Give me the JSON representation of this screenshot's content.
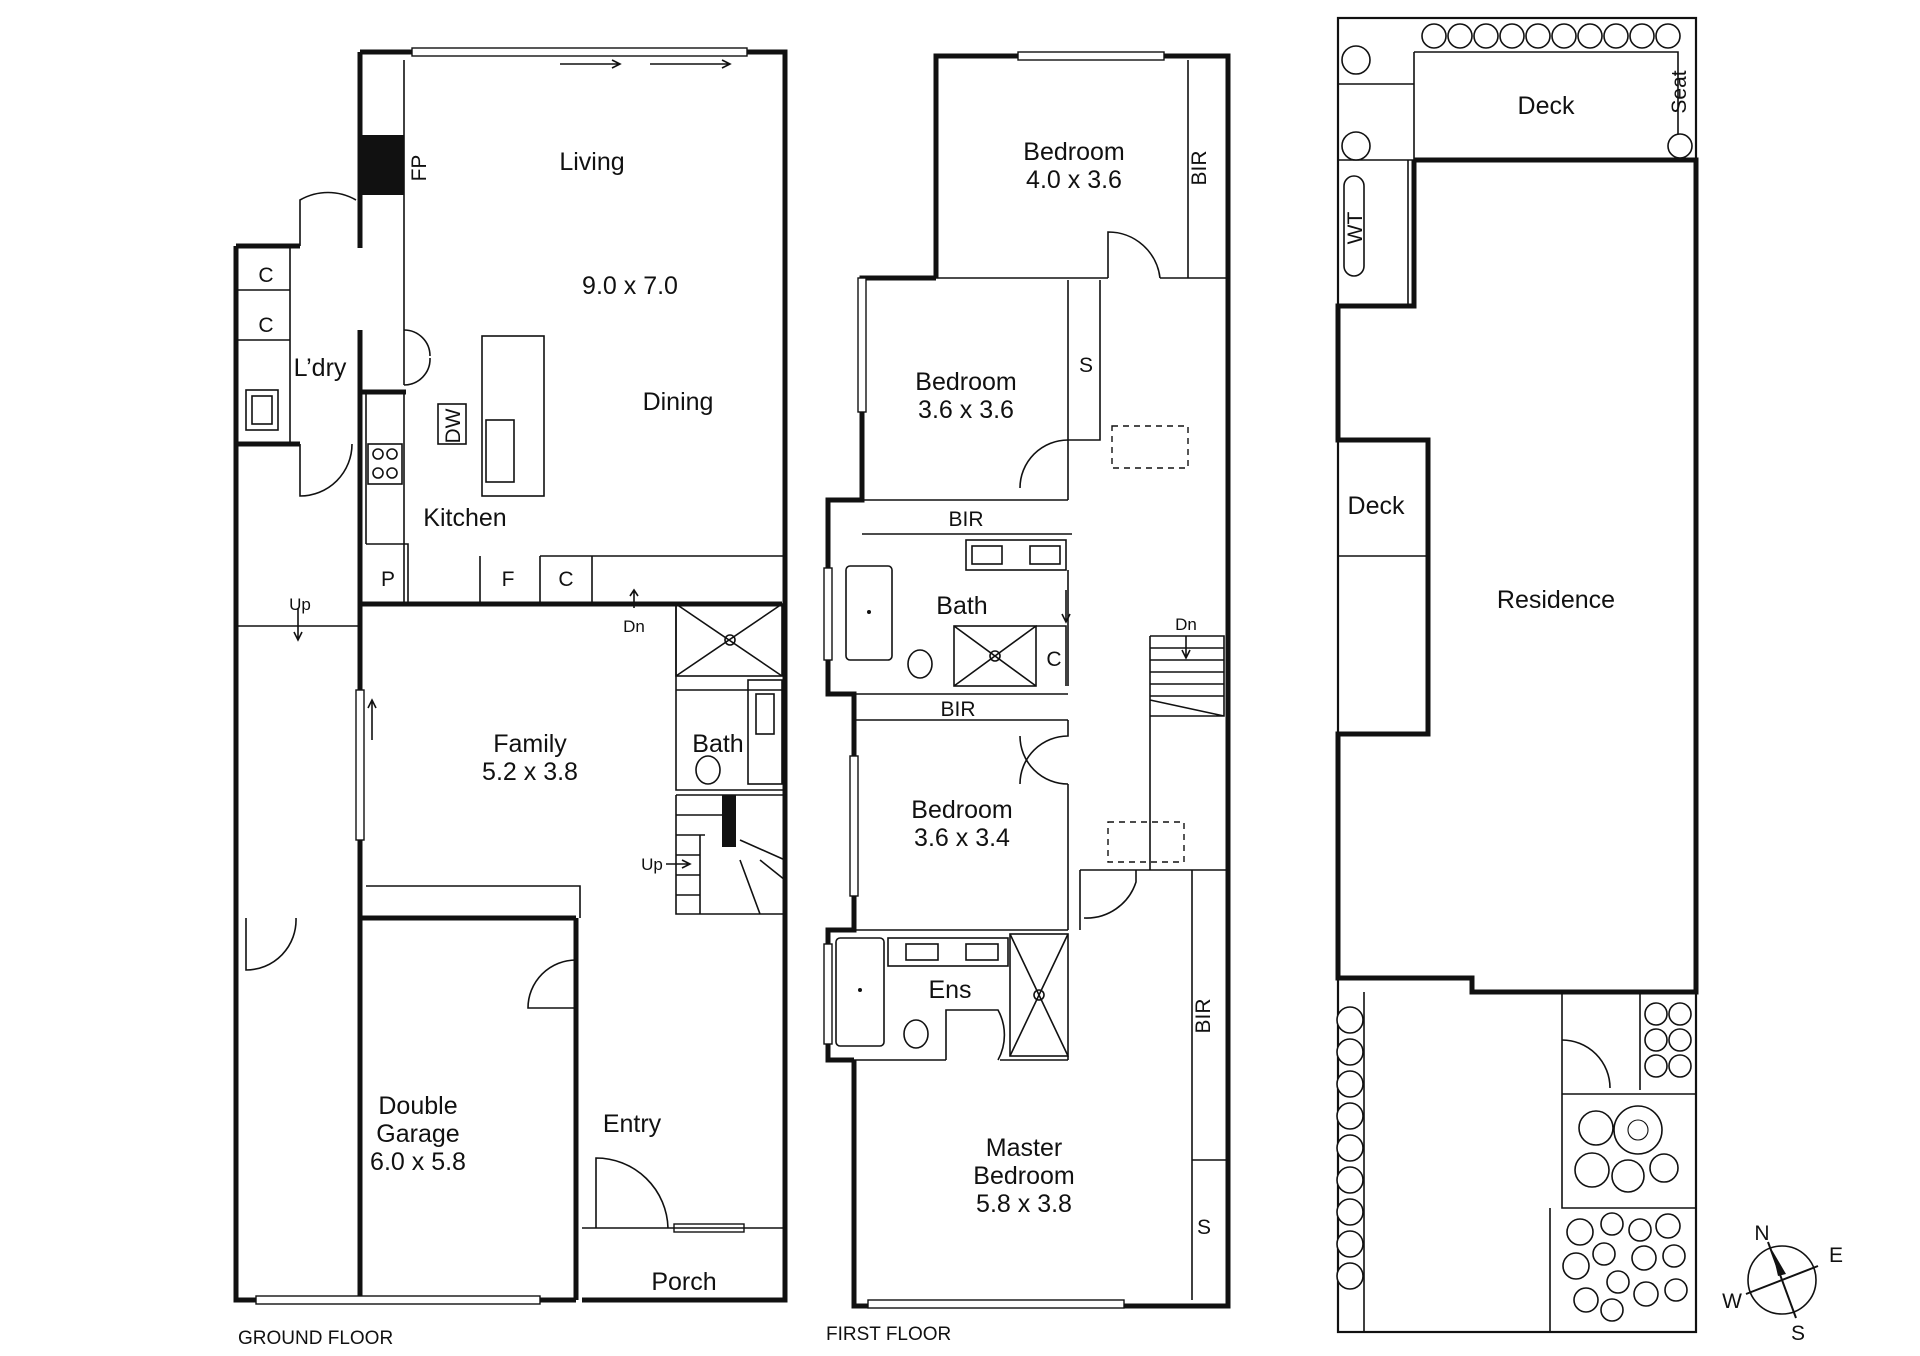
{
  "plans": {
    "ground_floor": {
      "caption": "GROUND FLOOR",
      "rooms": {
        "living": {
          "name": "Living",
          "dims": "9.0 x 7.0"
        },
        "dining": {
          "name": "Dining"
        },
        "kitchen": {
          "name": "Kitchen"
        },
        "laundry": {
          "name": "L’dry"
        },
        "family": {
          "name": "Family",
          "dims": "5.2 x 3.8"
        },
        "bath": {
          "name": "Bath"
        },
        "garage": {
          "name_line1": "Double",
          "name_line2": "Garage",
          "dims": "6.0 x 5.8"
        },
        "entry": {
          "name": "Entry"
        },
        "porch": {
          "name": "Porch"
        }
      },
      "fixtures": {
        "fireplace": "FP",
        "dishwasher": "DW",
        "cupboard_1": "C",
        "cupboard_2": "C",
        "pantry": "P",
        "fridge": "F",
        "cupboard_3": "C"
      },
      "stairs": {
        "up_side": "Up",
        "dn": "Dn",
        "up": "Up"
      }
    },
    "first_floor": {
      "caption": "FIRST FLOOR",
      "rooms": {
        "bedroom_top": {
          "name": "Bedroom",
          "dims": "4.0 x 3.6"
        },
        "bedroom_2": {
          "name": "Bedroom",
          "dims": "3.6 x 3.6"
        },
        "bath": {
          "name": "Bath"
        },
        "bedroom_3": {
          "name": "Bedroom",
          "dims": "3.6 x 3.4"
        },
        "ensuite": {
          "name": "Ens"
        },
        "master": {
          "name_line1": "Master",
          "name_line2": "Bedroom",
          "dims": "5.8 x 3.8"
        }
      },
      "fixtures": {
        "bir_top": "BIR",
        "store_1": "S",
        "bir_2": "BIR",
        "cupboard": "C",
        "bir_3": "BIR",
        "bir_master": "BIR",
        "store_2": "S"
      },
      "stairs": {
        "dn": "Dn"
      }
    },
    "site_plan": {
      "labels": {
        "deck_top": "Deck",
        "seat": "Seat",
        "water_tank": "WT",
        "deck_side": "Deck",
        "residence": "Residence"
      }
    },
    "compass": {
      "n": "N",
      "e": "E",
      "s": "S",
      "w": "W"
    }
  }
}
